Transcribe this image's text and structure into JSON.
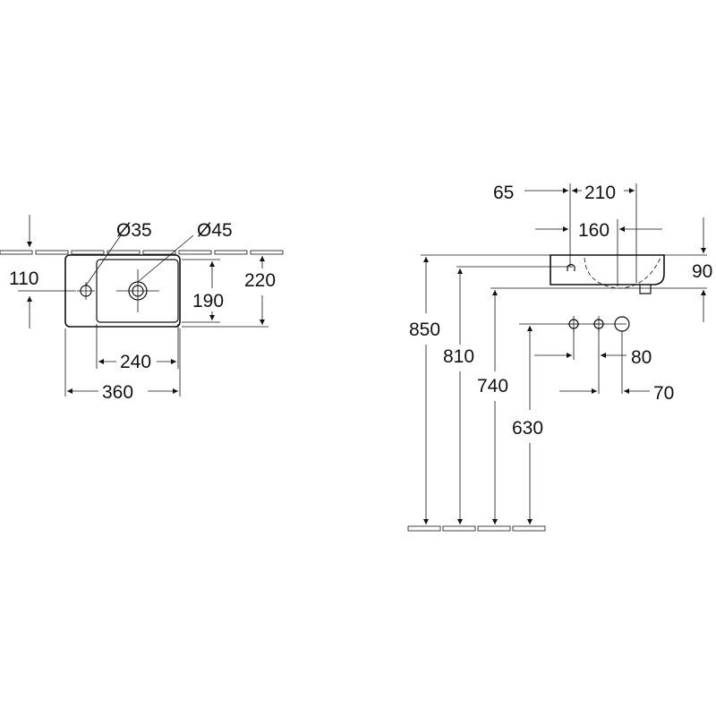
{
  "top_view": {
    "dia_small": "Ø35",
    "dia_large": "Ø45",
    "dim_110": "110",
    "dim_190": "190",
    "dim_220": "220",
    "dim_240": "240",
    "dim_360": "360"
  },
  "side_view": {
    "dim_65": "65",
    "dim_210": "210",
    "dim_160": "160",
    "dim_90": "90",
    "dim_850": "850",
    "dim_810": "810",
    "dim_740": "740",
    "dim_630": "630",
    "dim_80": "80",
    "dim_70": "70"
  },
  "colors": {
    "line": "#111111",
    "background": "#ffffff"
  }
}
